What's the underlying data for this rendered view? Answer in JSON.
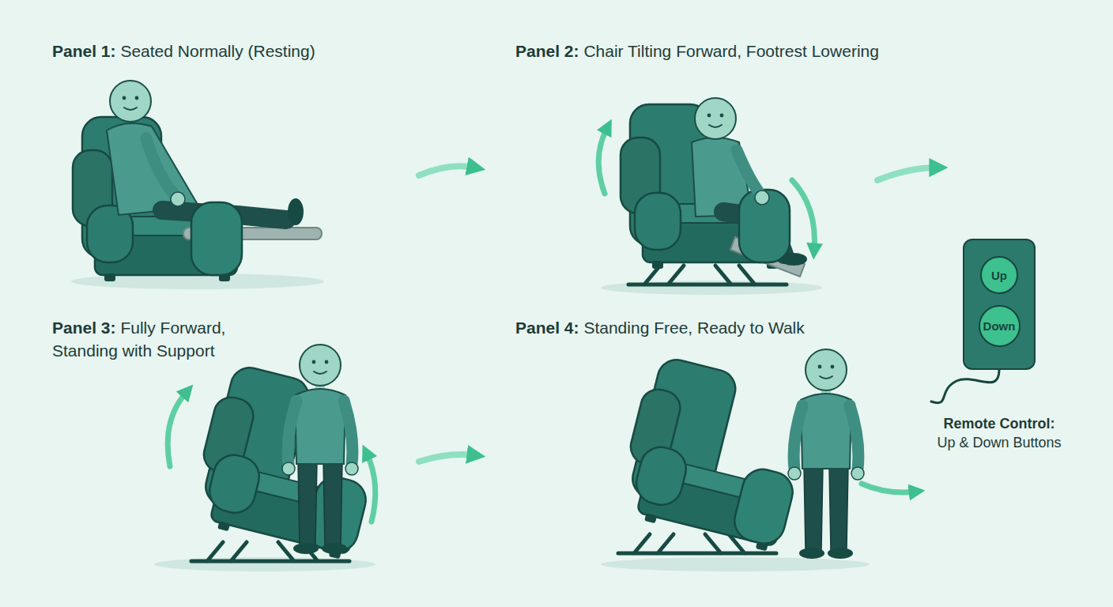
{
  "diagram": {
    "nodes": [
      {
        "text": [
          "Remote Control:",
          "Up & Down Buttons"
        ]
      },
      {
        "text": [
          "Up"
        ],
        "in": 0
      },
      {
        "text": [
          "Down"
        ],
        "in": 0
      }
    ],
    "labels": [
      "Panel 1:",
      "Seated Normally (Resting)",
      "Panel 2:",
      "Chair Tilting Forward, Footrest Lowering",
      "Panel 3:",
      "Fully Forward, Standing with Support",
      "Panel 4:",
      "Standing Free, Ready to Walk"
    ]
  }
}
